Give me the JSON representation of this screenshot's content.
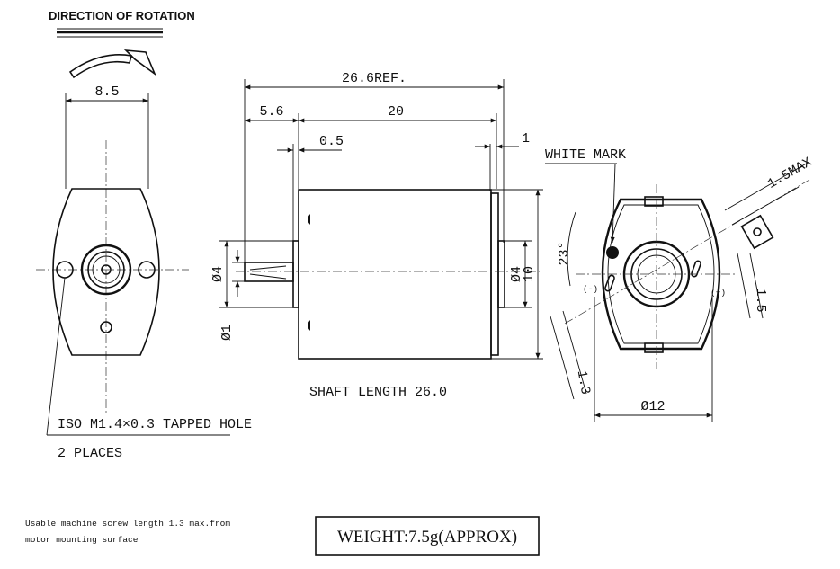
{
  "title": "DIRECTION OF ROTATION",
  "dimensions": {
    "flange_width": "8.5",
    "overall_length": "26.6REF.",
    "shaft_exposed": "5.6",
    "body_length": "20",
    "boss_offset": "0.5",
    "rear_offset": "1",
    "shaft_dia": "Ø4",
    "shaft_tip_dia": "Ø1",
    "rear_boss_dia": "Ø4",
    "body_height": "10",
    "terminal_angle": "23°",
    "max_protrusion": "1.5MAX",
    "terminal_width": "1.5",
    "terminal_gap": "1.3",
    "body_dia": "Ø12"
  },
  "labels": {
    "white_mark": "WHITE MARK",
    "shaft_length": "SHAFT LENGTH 26.0",
    "tapped_hole": "ISO M1.4×0.3 TAPPED HOLE",
    "places": "2 PLACES",
    "note_line1": "Usable machine screw length 1.3 max.from",
    "note_line2": "motor mounting surface",
    "weight": "WEIGHT:7.5g(APPROX)"
  }
}
